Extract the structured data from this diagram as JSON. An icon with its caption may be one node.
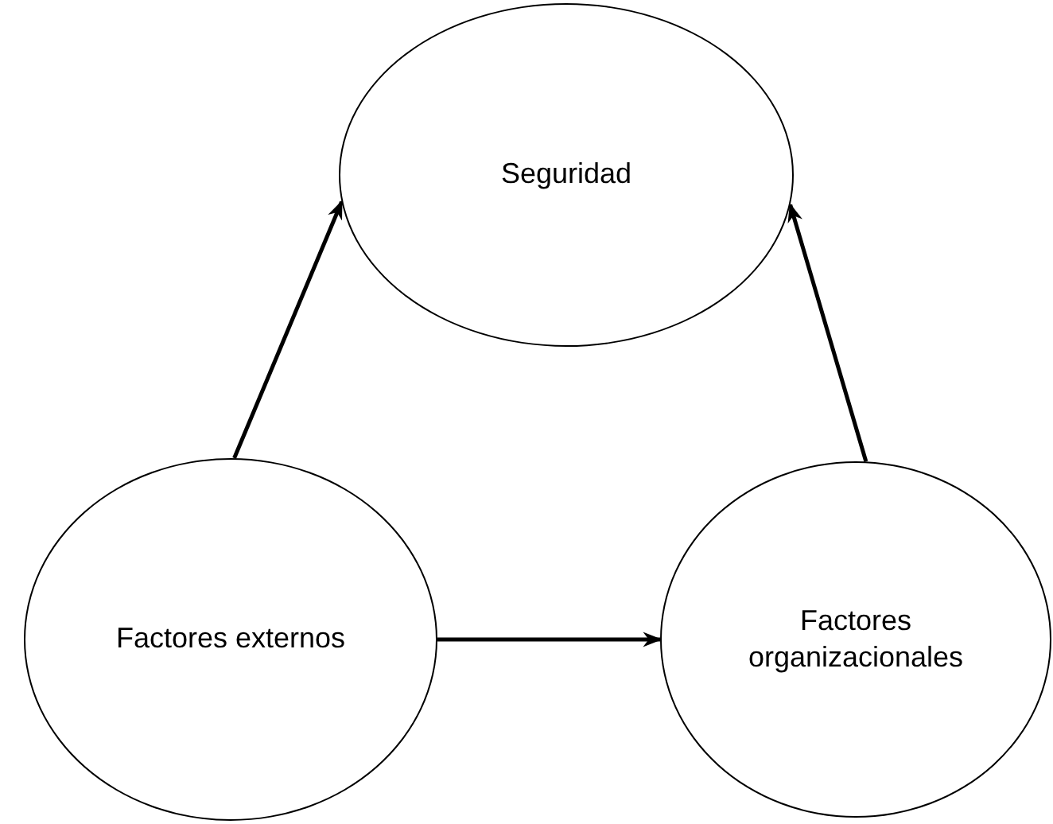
{
  "diagram": {
    "nodes": [
      {
        "text": [
          "Seguridad"
        ]
      },
      {
        "text": [
          "Factores externos"
        ]
      },
      {
        "text": [
          "Factores organizacionales"
        ]
      }
    ],
    "edges": [
      {
        "from": 1,
        "to": 0,
        "arrow": "to"
      },
      {
        "from": 2,
        "to": 0,
        "arrow": "to"
      },
      {
        "from": 1,
        "to": 2,
        "arrow": "to"
      }
    ]
  }
}
